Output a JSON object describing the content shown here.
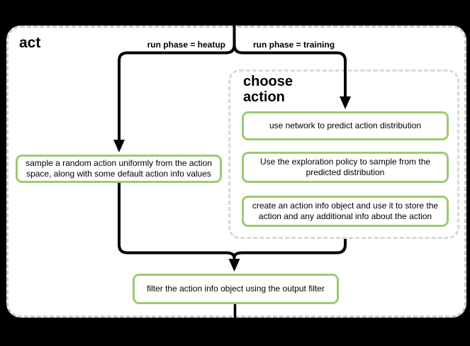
{
  "diagram": {
    "title": "act",
    "colors": {
      "background": "#000000",
      "container_fill": "#ffffff",
      "outer_dashed_border": "#c9c9c9",
      "inner_dashed_border": "#d9d9d9",
      "node_border_green": "#9acc71",
      "arrow": "#000000",
      "text": "#000000"
    },
    "branch_labels": {
      "heatup": "run phase = heatup",
      "training": "run phase = training"
    },
    "heatup_step": "sample a random action uniformly from the action space, along with some default action info values",
    "choose_action": {
      "title_line1": "choose",
      "title_line2": "action",
      "steps": [
        "use network to predict action distribution",
        "Use the exploration policy to sample from the predicted distribution",
        "create an action info object and use it to store the action and any additional info about the action"
      ]
    },
    "final_step": "filter the action info object using the output filter"
  }
}
